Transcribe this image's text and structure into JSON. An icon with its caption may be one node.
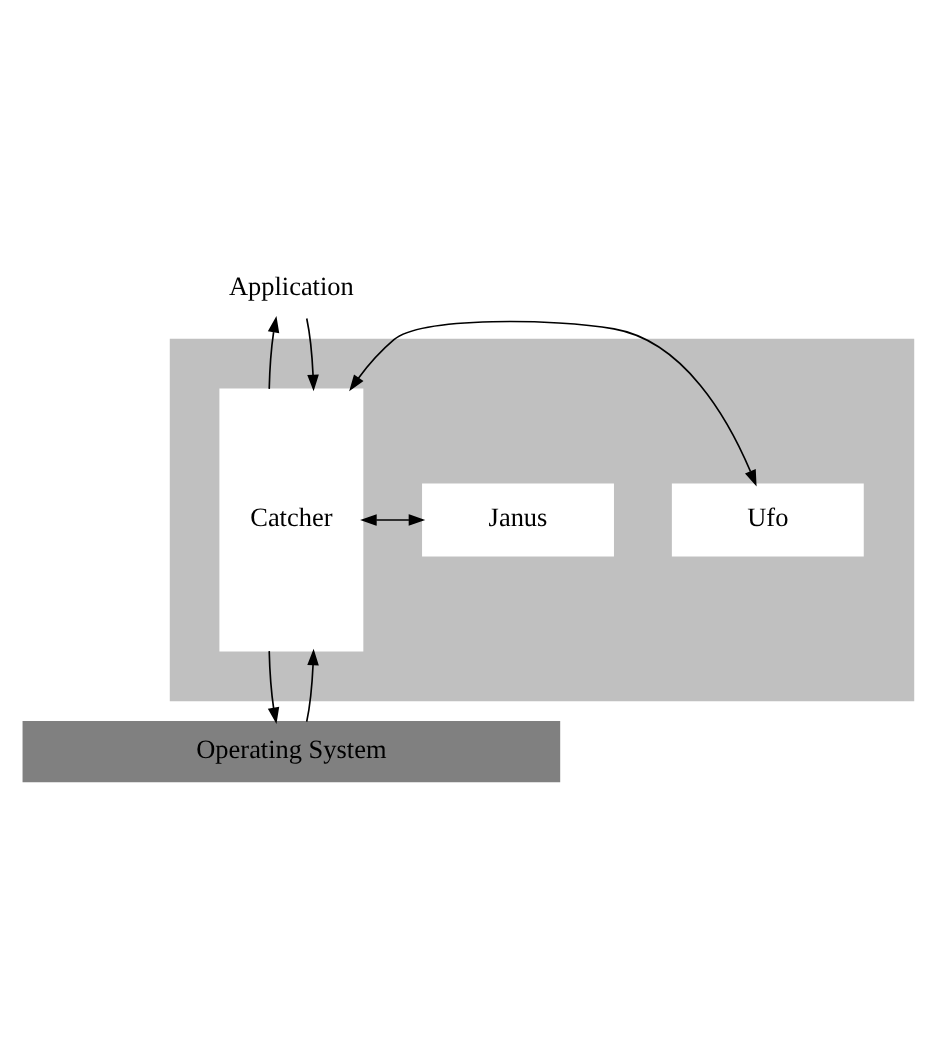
{
  "diagram": {
    "nodes": [
      {
        "text": [
          "Application"
        ]
      },
      {
        "text": [],
        "shape": "box"
      },
      {
        "text": [
          "Catcher"
        ],
        "in": 1
      },
      {
        "text": [
          "Ufo"
        ],
        "in": 1
      },
      {
        "text": [
          "Janus"
        ],
        "in": 1
      },
      {
        "text": [
          "Operating System"
        ]
      }
    ],
    "edges": [
      {
        "from": 0,
        "to": 2,
        "arrow": "to"
      },
      {
        "from": 2,
        "to": 0,
        "arrow": "to"
      },
      {
        "from": 2,
        "to": 3,
        "arrow": "both"
      },
      {
        "from": 2,
        "to": 4,
        "arrow": "both"
      },
      {
        "from": 2,
        "to": 5,
        "arrow": "to"
      },
      {
        "from": 5,
        "to": 2,
        "arrow": "to"
      }
    ]
  }
}
